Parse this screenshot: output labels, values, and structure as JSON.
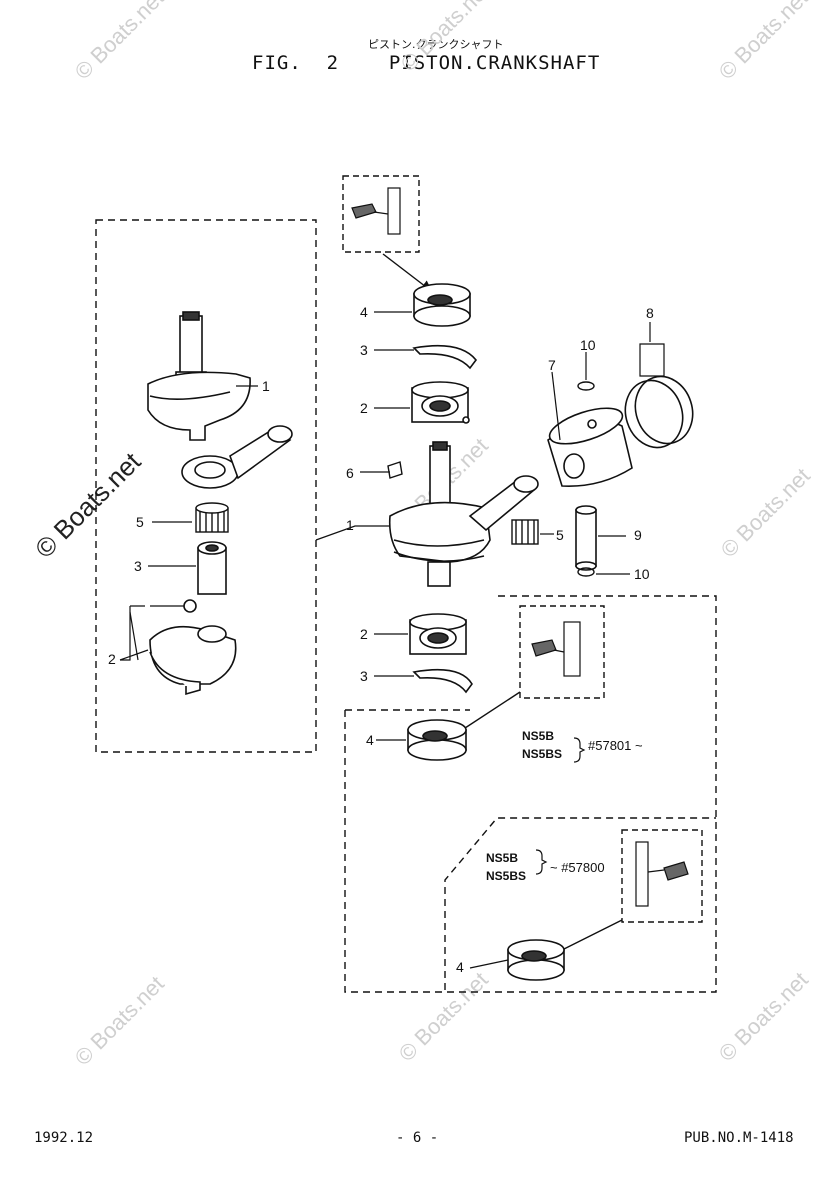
{
  "header": {
    "subtitle_jp": "ピストン.クランクシャフト",
    "fig_label": "FIG.  2",
    "fig_title": "PISTON.CRANKSHAFT"
  },
  "footer": {
    "date": "1992.12",
    "page": "- 6 -",
    "pub": "PUB.NO.M-1418"
  },
  "watermark": "© Boats.net",
  "callouts": {
    "c1_left": "1",
    "c5_left": "5",
    "c3_left": "3",
    "c2_left": "2",
    "c4_top": "4",
    "c3_top": "3",
    "c2_top": "2",
    "c6": "6",
    "c1_center": "1",
    "c5_center": "5",
    "c2_lower": "2",
    "c3_lower": "3",
    "c4_lower": "4",
    "c4_bottom": "4",
    "c7": "7",
    "c8": "8",
    "c9": "9",
    "c10_top": "10",
    "c10_bottom": "10"
  },
  "serial_notes": {
    "upper": {
      "model_a": "NS5B",
      "model_b": "NS5BS",
      "range": "#57801 ~"
    },
    "lower": {
      "model_a": "NS5B",
      "model_b": "NS5BS",
      "range": "~ #57800"
    }
  }
}
